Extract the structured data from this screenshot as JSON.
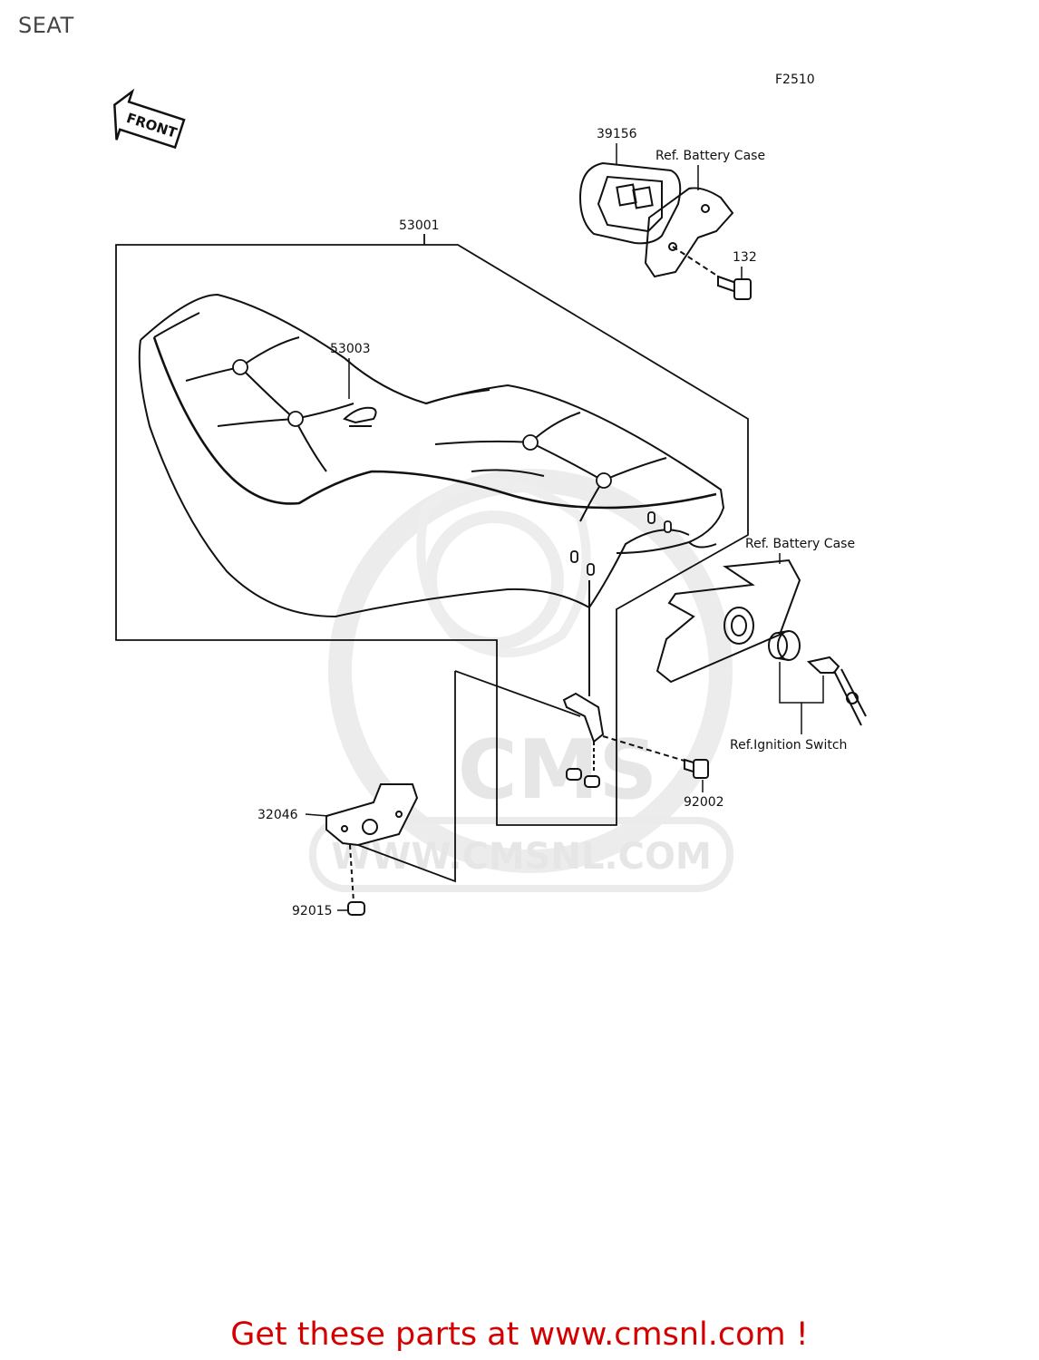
{
  "page": {
    "title": "SEAT"
  },
  "diagram": {
    "ref_code": "F2510",
    "front_label": "FRONT",
    "parts": {
      "seat": "53001",
      "seat_emblem": "53003",
      "cover": "39156",
      "bolt_132": "132",
      "bracket": "32046",
      "nut": "92015",
      "bolt_92002": "92002"
    },
    "refs": {
      "battery_case_top": "Ref. Battery Case",
      "battery_case_mid": "Ref. Battery Case",
      "ignition_switch": "Ref.Ignition Switch"
    },
    "watermark": {
      "text": "WWW.CMSNL.COM",
      "logo": "CMS"
    }
  },
  "footer": {
    "cta": "Get these parts at www.cmsnl.com !",
    "cta_color": "#d40000"
  }
}
